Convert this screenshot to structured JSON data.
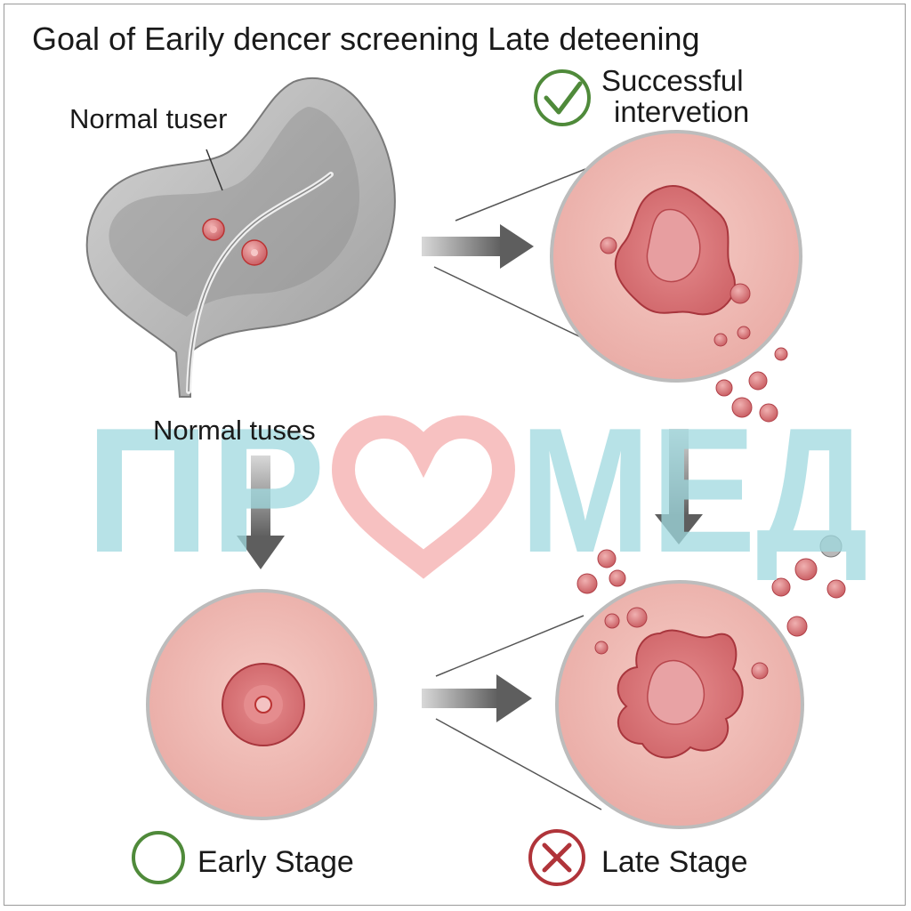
{
  "title": "Goal of Earily dencer screening  Late deteening",
  "labels": {
    "normal_tuser": "Normal tuser",
    "normal_tuses": "Normal tuses",
    "successful_line1": "Successful",
    "successful_line2": "intervetion",
    "early_stage": "Early Stage",
    "late_stage": "Late Stage"
  },
  "watermark": {
    "text_left": "ПР",
    "text_right": "МЕД",
    "color": "#9fd9df",
    "heart_color": "#f6b6b6"
  },
  "colors": {
    "organ_fill": "#b9b9b9",
    "organ_stroke": "#7a7a7a",
    "tissue": "#efb8b2",
    "tumor": "#d9777a",
    "tumor_stroke": "#a8363d",
    "arrow": "#6e6e6e",
    "success_green": "#4f8a3a",
    "early_green": "#4f8a3a",
    "late_red": "#b0343a"
  },
  "icons": {
    "successful": "check-circle-icon",
    "early": "circle-outline-icon",
    "late": "x-circle-icon"
  }
}
